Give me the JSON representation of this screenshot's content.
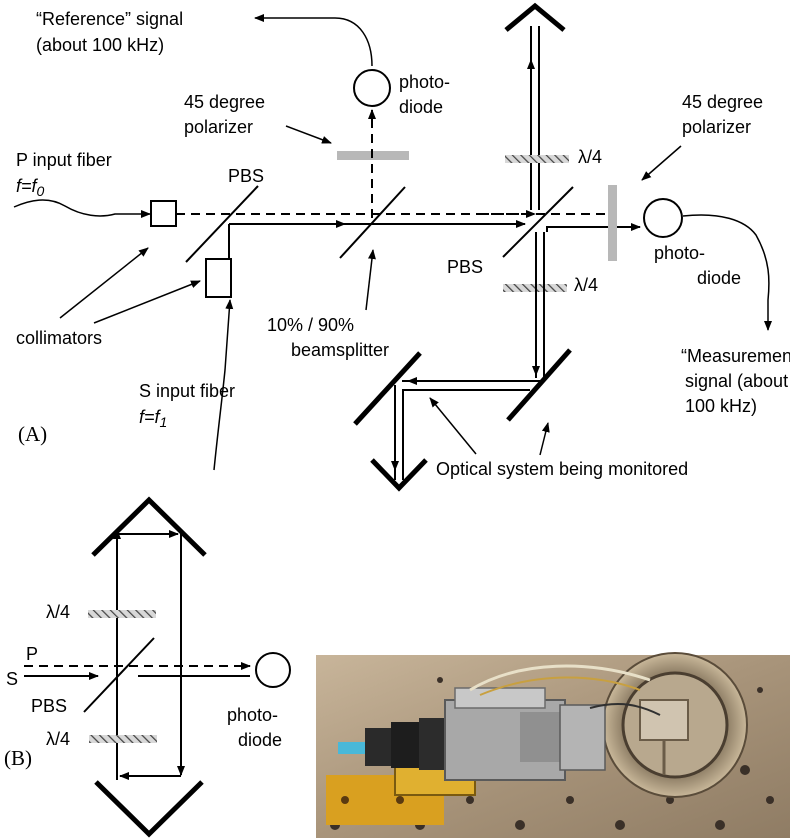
{
  "panel_a": {
    "panel_label": "(A)",
    "reference_signal": [
      "“Reference” signal",
      "(about 100 kHz)"
    ],
    "photodiode_top": [
      "photo-",
      "diode"
    ],
    "polarizer_left": [
      "45 degree",
      "polarizer"
    ],
    "polarizer_right": [
      "45 degree",
      "polarizer"
    ],
    "p_input_fiber": "P input fiber",
    "p_freq": "f=f",
    "p_freq_sub": "0",
    "pbs_left": "PBS",
    "pbs_center": "PBS",
    "lambda_top": "λ/4",
    "lambda_bottom": "λ/4",
    "photodiode_right": [
      "photo-",
      "diode"
    ],
    "collimators": "collimators",
    "beamsplitter": [
      "10% / 90%",
      "beamsplitter"
    ],
    "s_input_fiber": "S input fiber",
    "s_freq": "f=f",
    "s_freq_sub": "1",
    "measurement_signal": [
      "“Measurement”",
      "signal (about",
      "100 kHz)"
    ],
    "optical_system": "Optical system being monitored"
  },
  "panel_b": {
    "panel_label": "(B)",
    "lambda_top": "λ/4",
    "lambda_bottom": "λ/4",
    "p_label": "P",
    "s_label": "S",
    "pbs": "PBS",
    "photodiode": [
      "photo-",
      "diode"
    ]
  },
  "photo": {
    "description_icon": "optical-assembly-photo"
  }
}
